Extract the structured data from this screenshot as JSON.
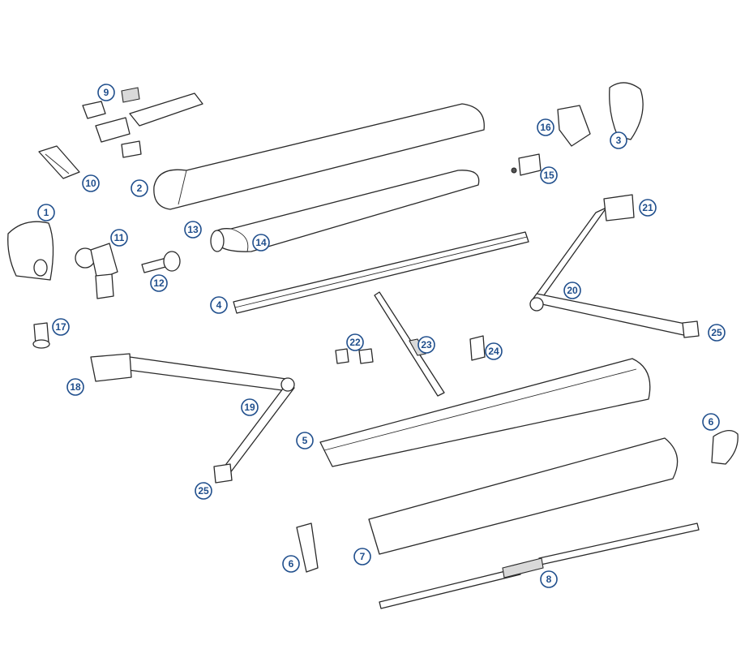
{
  "callouts": [
    {
      "id": "c1",
      "label": "1"
    },
    {
      "id": "c2",
      "label": "2"
    },
    {
      "id": "c3",
      "label": "3"
    },
    {
      "id": "c4",
      "label": "4"
    },
    {
      "id": "c5",
      "label": "5"
    },
    {
      "id": "c6a",
      "label": "6"
    },
    {
      "id": "c6b",
      "label": "6"
    },
    {
      "id": "c7",
      "label": "7"
    },
    {
      "id": "c8",
      "label": "8"
    },
    {
      "id": "c9",
      "label": "9"
    },
    {
      "id": "c10",
      "label": "10"
    },
    {
      "id": "c11",
      "label": "11"
    },
    {
      "id": "c12",
      "label": "12"
    },
    {
      "id": "c13",
      "label": "13"
    },
    {
      "id": "c14",
      "label": "14"
    },
    {
      "id": "c15",
      "label": "15"
    },
    {
      "id": "c16",
      "label": "16"
    },
    {
      "id": "c17",
      "label": "17"
    },
    {
      "id": "c18",
      "label": "18"
    },
    {
      "id": "c19",
      "label": "19"
    },
    {
      "id": "c20",
      "label": "20"
    },
    {
      "id": "c21",
      "label": "21"
    },
    {
      "id": "c22",
      "label": "22"
    },
    {
      "id": "c23",
      "label": "23"
    },
    {
      "id": "c24",
      "label": "24"
    },
    {
      "id": "c25a",
      "label": "25"
    },
    {
      "id": "c25b",
      "label": "25"
    }
  ],
  "colors": {
    "callout": "#1f4e8c",
    "line": "#2a2a2a"
  }
}
